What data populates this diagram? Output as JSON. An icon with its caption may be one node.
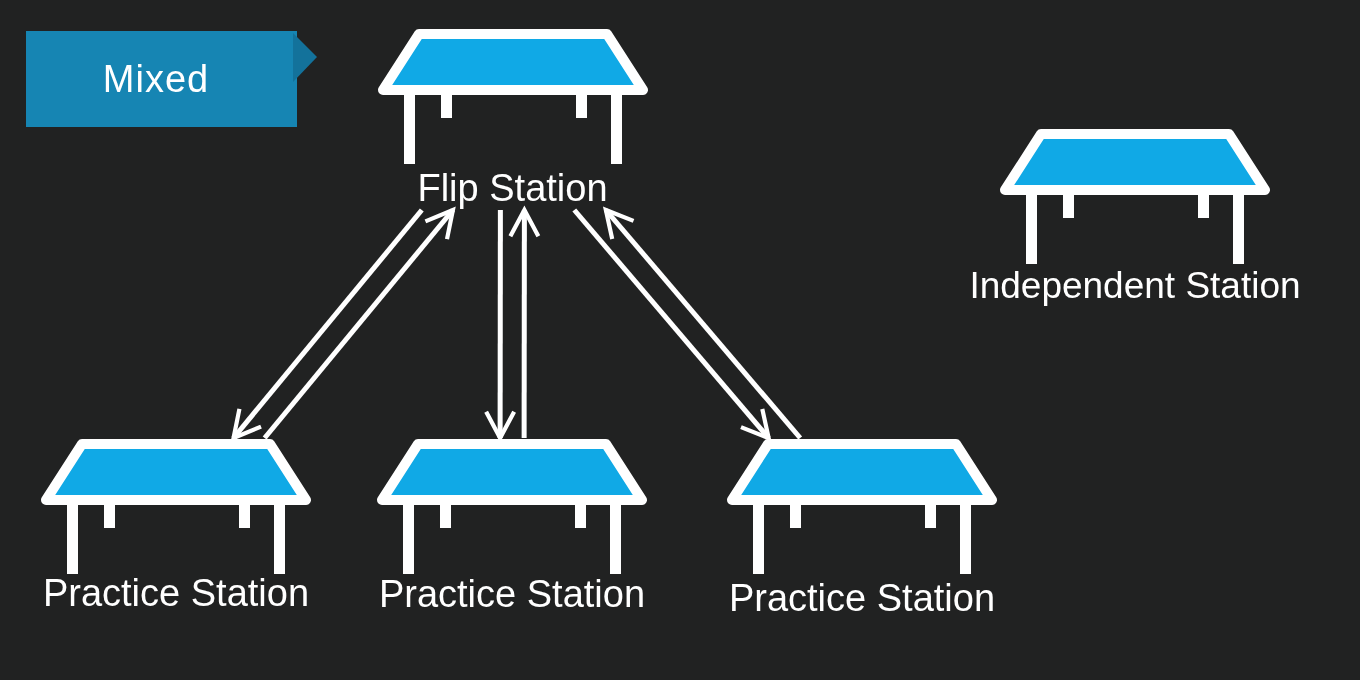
{
  "diagram": {
    "title": "Mixed",
    "nodes": [
      {
        "text": [
          "Flip Station"
        ]
      },
      {
        "text": [
          "Independent Station"
        ]
      },
      {
        "text": [
          "Practice Station"
        ]
      },
      {
        "text": [
          "Practice Station"
        ]
      },
      {
        "text": [
          "Practice Station"
        ]
      }
    ],
    "edges": [
      {
        "from": 0,
        "to": 2,
        "arrow": "to"
      },
      {
        "from": 2,
        "to": 0,
        "arrow": "to"
      },
      {
        "from": 3,
        "to": 0,
        "arrow": "to"
      },
      {
        "from": 0,
        "to": 3,
        "arrow": "to"
      },
      {
        "from": 4,
        "to": 0,
        "arrow": "to"
      },
      {
        "from": 0,
        "to": 4,
        "arrow": "to"
      }
    ]
  }
}
